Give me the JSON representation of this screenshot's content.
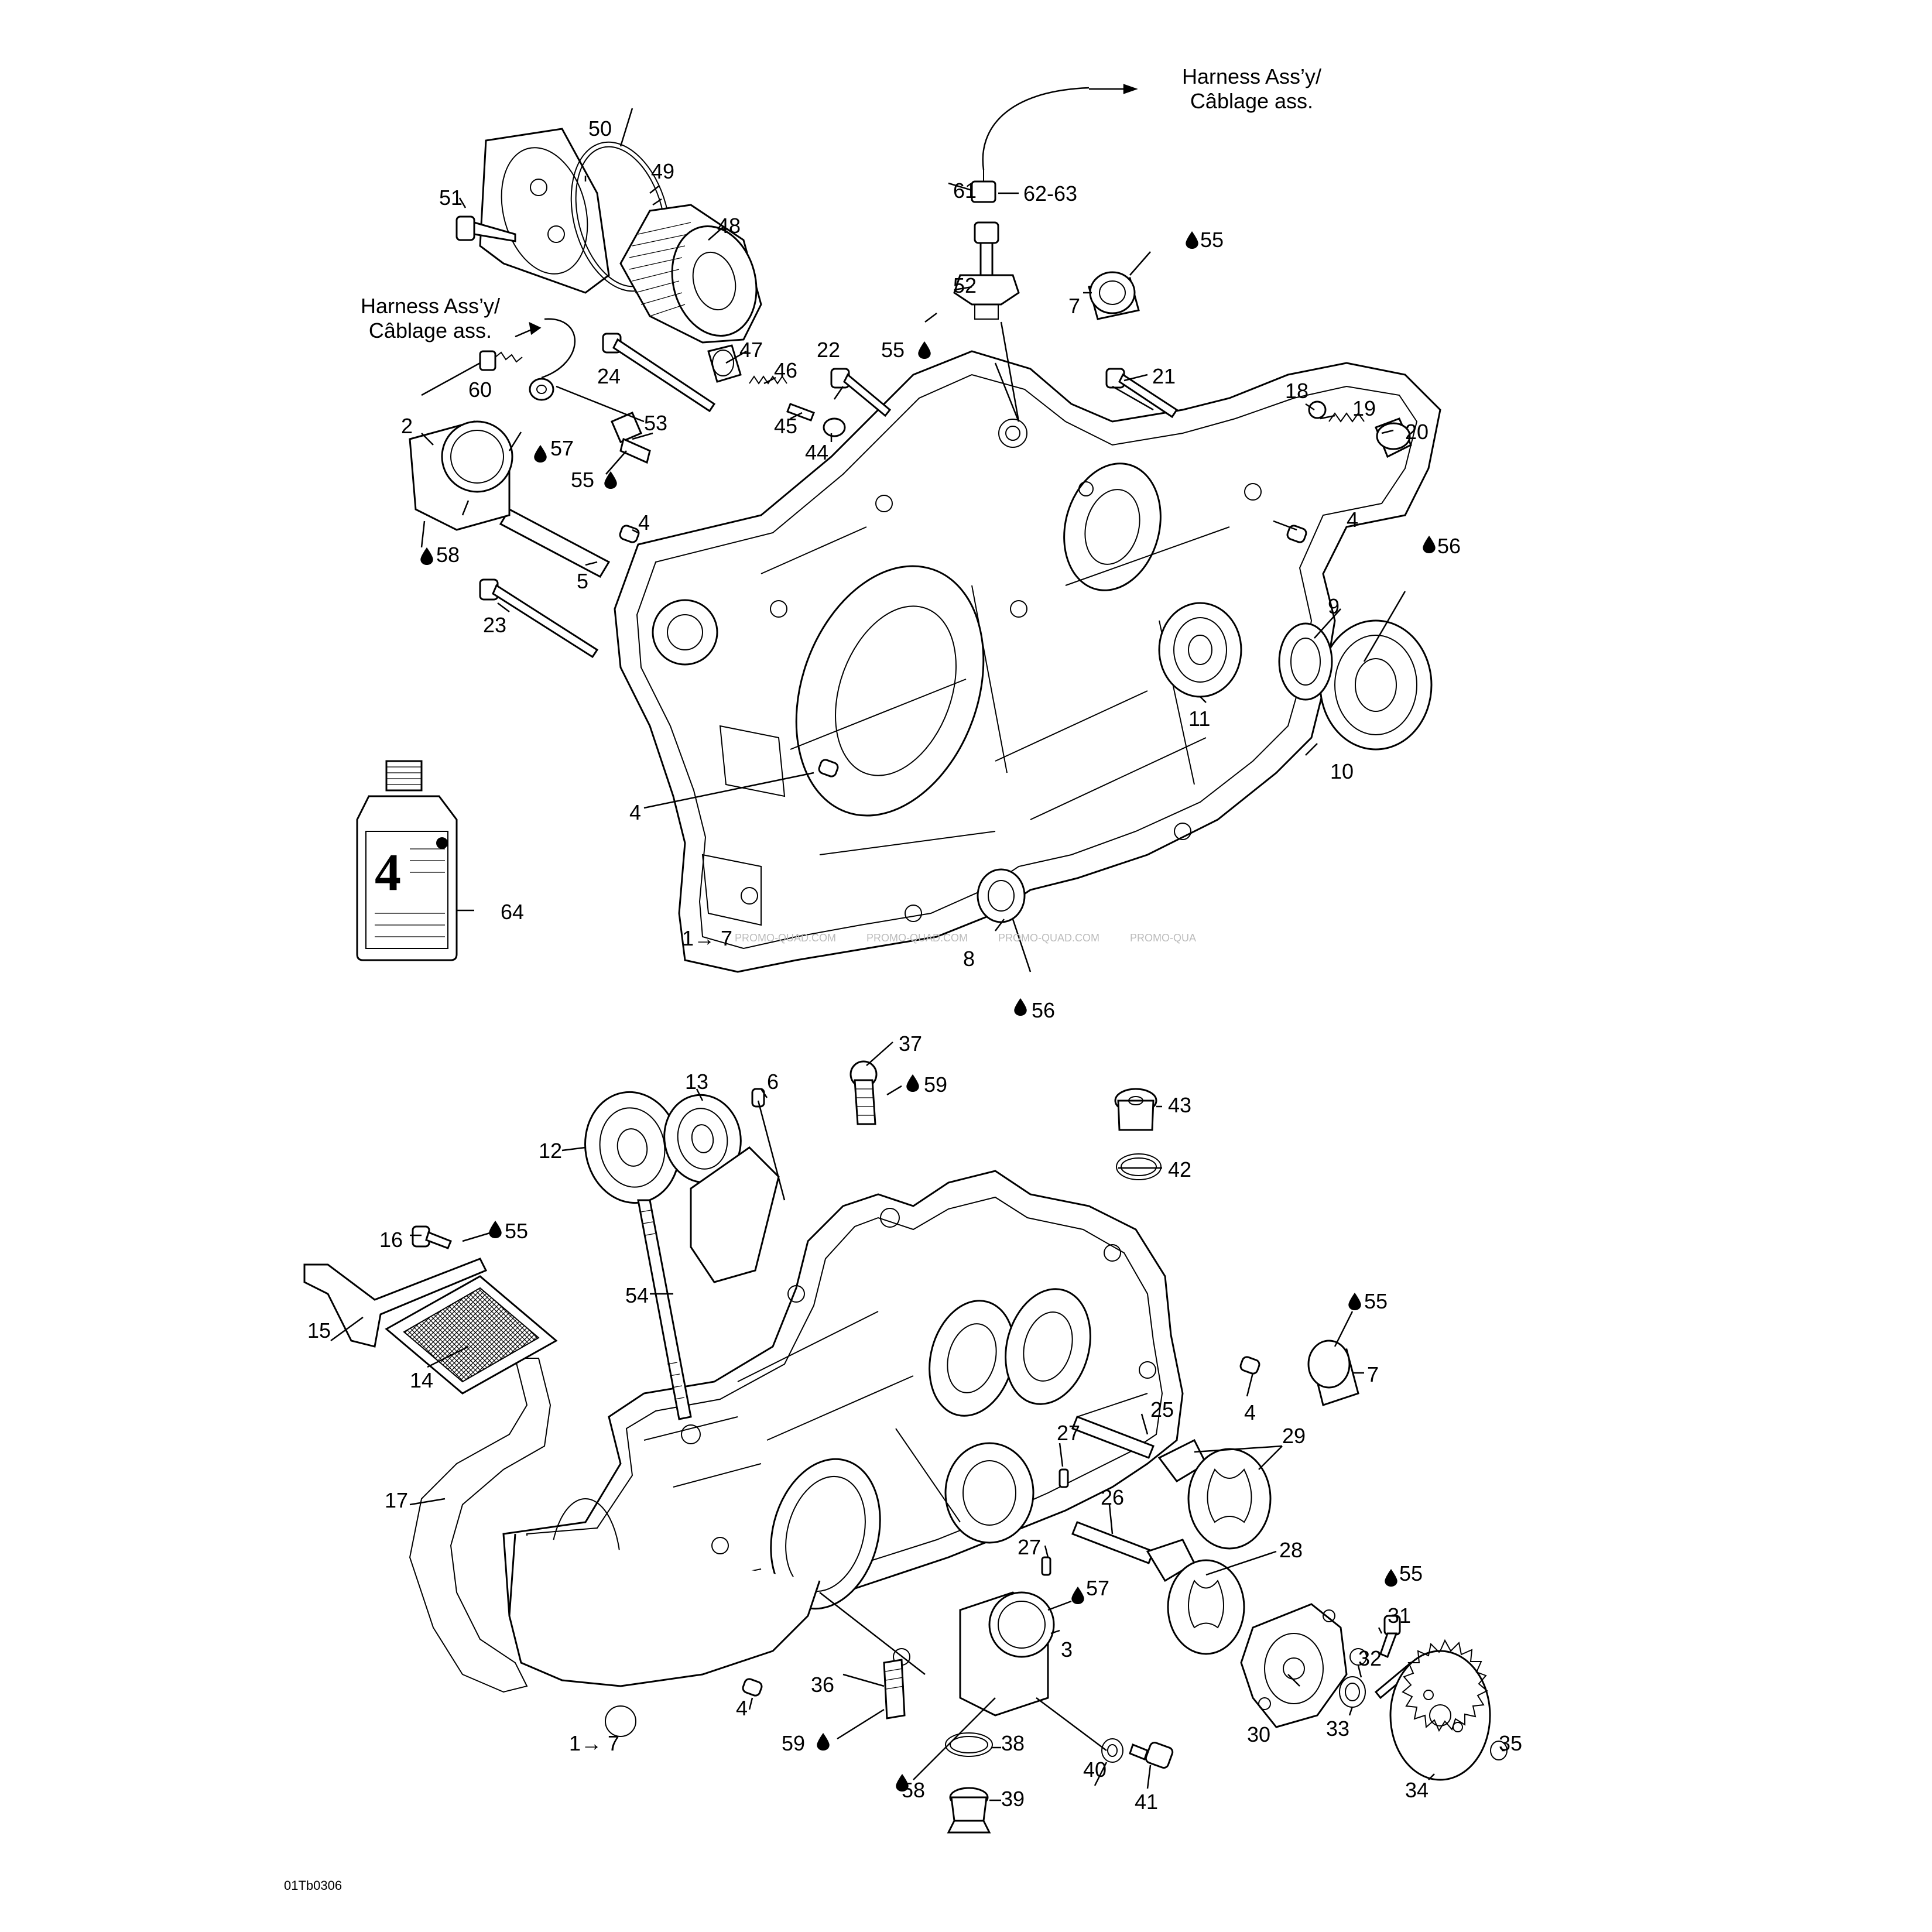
{
  "labels": {
    "n1": "1",
    "n2": "2",
    "n3": "3",
    "n4": "4",
    "n5": "5",
    "n6": "6",
    "n7": "7",
    "n8": "8",
    "n9": "9",
    "n10": "10",
    "n11": "11",
    "n12": "12",
    "n13": "13",
    "n14": "14",
    "n15": "15",
    "n16": "16",
    "n17": "17",
    "n18": "18",
    "n19": "19",
    "n20": "20",
    "n21": "21",
    "n22": "22",
    "n23": "23",
    "n24": "24",
    "n25": "25",
    "n26": "26",
    "n27": "27",
    "n28": "28",
    "n29": "29",
    "n30": "30",
    "n31": "31",
    "n32": "32",
    "n33": "33",
    "n34": "34",
    "n35": "35",
    "n36": "36",
    "n37": "37",
    "n38": "38",
    "n39": "39",
    "n40": "40",
    "n41": "41",
    "n42": "42",
    "n43": "43",
    "n44": "44",
    "n45": "45",
    "n46": "46",
    "n47": "47",
    "n48": "48",
    "n49": "49",
    "n50": "50",
    "n51": "51",
    "n52": "52",
    "n53": "53",
    "n54": "54",
    "n55": "55",
    "n56": "56",
    "n57": "57",
    "n58": "58",
    "n59": "59",
    "n60": "60",
    "n61": "61",
    "n62_63": "62-63",
    "n64": "64",
    "range_1_7": "1→ 7"
  },
  "harness": {
    "line1": "Harness Ass’y/",
    "line2": "Câblage ass."
  },
  "watermark": "PROMO-QUAD.COM",
  "watermark_partial": "PROMO-QUA",
  "drawing_code": "01Tb0306",
  "icons": {
    "lubricant": "oil-drop-icon",
    "arrow": "arrow-right-icon"
  }
}
